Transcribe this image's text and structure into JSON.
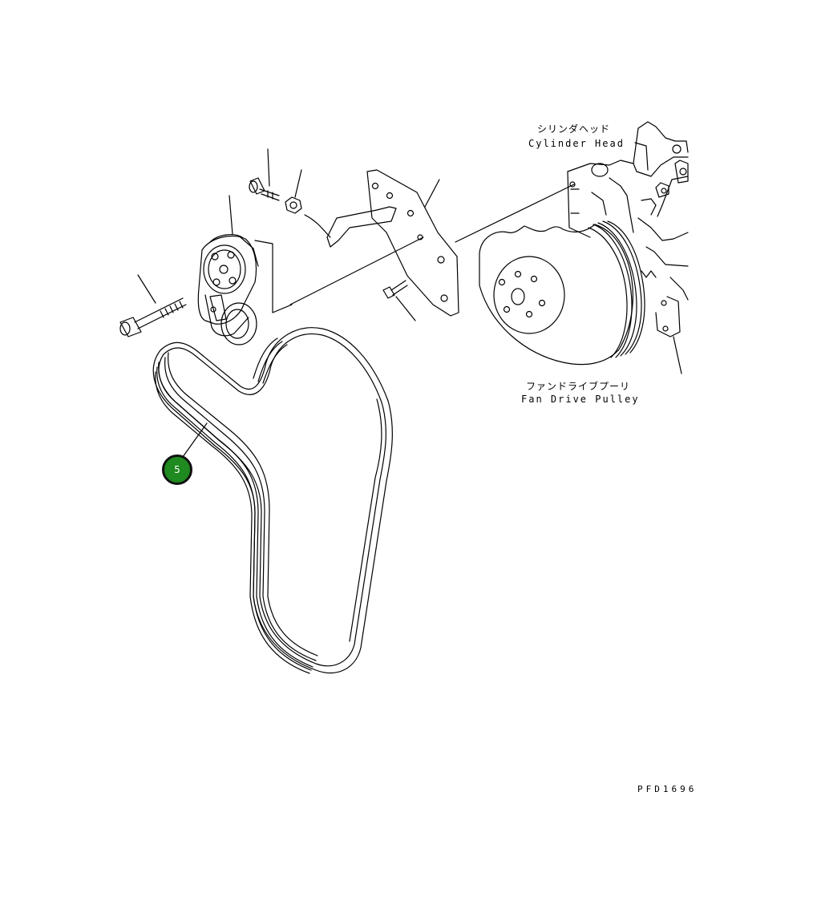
{
  "labels": {
    "cylinder_head_jp": "シリンダヘッド",
    "cylinder_head_en": "Cylinder Head",
    "fan_pulley_jp": "ファンドライブプーリ",
    "fan_pulley_en": "Fan Drive Pulley",
    "drawing_code": "PFD1696"
  },
  "callouts": [
    {
      "number": "5",
      "color": "#1f8a1f"
    }
  ]
}
